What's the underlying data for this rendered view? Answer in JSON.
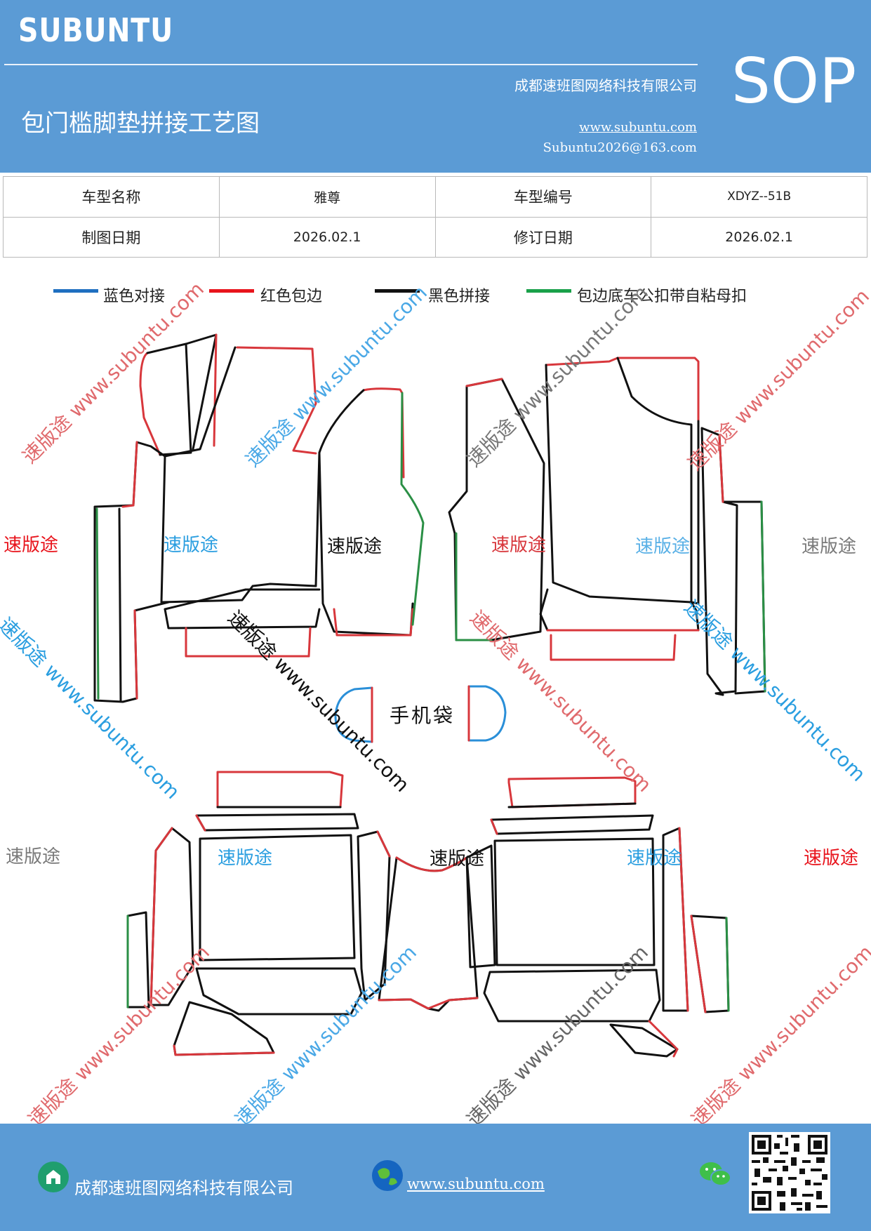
{
  "header": {
    "brand": "SUBUNTU",
    "company": "成都速班图网络科技有限公司",
    "title": "包门槛脚垫拼接工艺图",
    "website": "www.subuntu.com",
    "email": "Subuntu2026@163.com",
    "badge": "SOP"
  },
  "info_table": {
    "model_name_label": "车型名称",
    "model_name_value": "雅尊",
    "model_code_label": "车型编号",
    "model_code_value": "XDYZ--51B",
    "draw_date_label": "制图日期",
    "draw_date_value": "2026.02.1",
    "revise_date_label": "修订日期",
    "revise_date_value": "2026.02.1"
  },
  "legend": [
    {
      "label": "蓝色对接",
      "color": "#1f6fc0"
    },
    {
      "label": "红色包边",
      "color": "#e8141c"
    },
    {
      "label": "黑色拼接",
      "color": "#111111"
    },
    {
      "label": "包边底车公扣带自粘母扣",
      "color": "#1aa14a"
    }
  ],
  "diagram": {
    "phone_pocket_label": "手机袋",
    "piece_label": "速版途",
    "watermark_text": "速版途 www.subuntu.com"
  },
  "colors": {
    "header_blue": "#5b9bd5",
    "red": "#d8373c",
    "blue": "#2a8fd8",
    "green": "#2a8f45",
    "gray": "#7a7a7a"
  },
  "footer": {
    "company": "成都速班图网络科技有限公司",
    "website": "www.subuntu.com"
  },
  "icons": [
    "building-icon",
    "globe-icon",
    "wechat-icon",
    "qr-code"
  ]
}
